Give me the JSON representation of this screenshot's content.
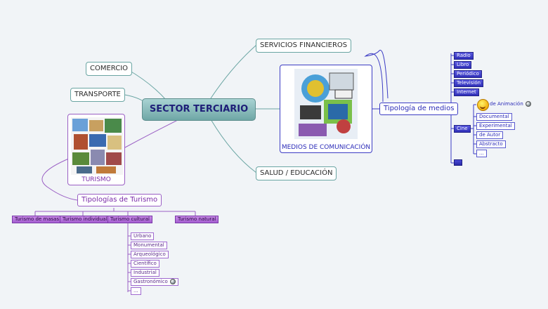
{
  "diagram": {
    "central": "SECTOR TERCIARIO",
    "branches": {
      "comercio": "COMERCIO",
      "transporte": "TRANSPORTE",
      "servicios": "SERVICIOS FINANCIEROS",
      "salud": "SALUD / EDUCACIÓN",
      "medios": "MEDIOS DE COMUNICACIÓN",
      "turismo": "TURISMO"
    },
    "tipologia_medios": {
      "label": "Tipología de medios",
      "items": [
        "Radio",
        "Libro",
        "Periódico",
        "Televisión",
        "Internet",
        "Cine"
      ],
      "cine_sub": [
        "de Animación",
        "Documental",
        "Experimental",
        "de Autor",
        "Abstracto",
        "..."
      ]
    },
    "tipologias_turismo": {
      "label": "Tipologías de Turismo",
      "items": [
        "Turismo de masas",
        "Turismo individual",
        "Turismo cultural",
        "Turismo natural"
      ],
      "cultural_sub": [
        "Urbano",
        "Monumental",
        "Arqueológico",
        "Científico",
        "Industrial",
        "Gastronómico",
        "..."
      ]
    }
  },
  "colors": {
    "teal": "#6aa5a3",
    "blue": "#3c3cc4",
    "purple": "#9a5fc4"
  }
}
